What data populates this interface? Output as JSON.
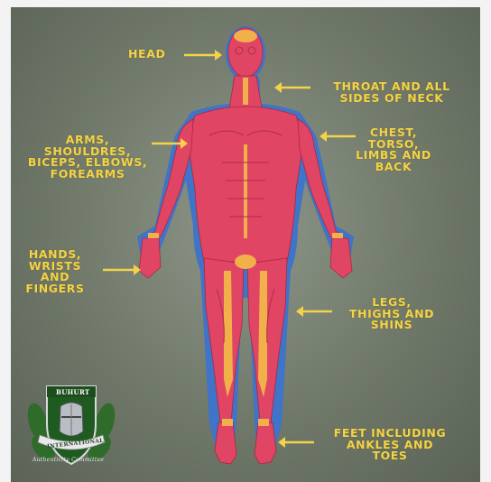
{
  "labels": {
    "head": "HEAD",
    "throat": "THROAT AND ALL\nSIDES OF NECK",
    "arms": "ARMS,\nSHOULDRES,\nBICEPS, ELBOWS,\nFOREARMS",
    "chest": "CHEST,\nTORSO,\nLIMBS AND\nBACK",
    "hands": "HANDS,\nWRISTS\nAND\nFINGERS",
    "legs": "LEGS,\nTHIGHS AND\nSHINS",
    "feet": "FEET INCLUDING\nANKLES AND\nTOES"
  },
  "emblem": {
    "top": "BUHURT",
    "middle": "INTERNATIONAL",
    "bottom": "Authenticity Committee"
  },
  "colors": {
    "label": "#f3d34a",
    "muscle": "#e04564",
    "tendon": "#f2b04a",
    "outline": "#3f74c8",
    "background": "#6f7869"
  }
}
